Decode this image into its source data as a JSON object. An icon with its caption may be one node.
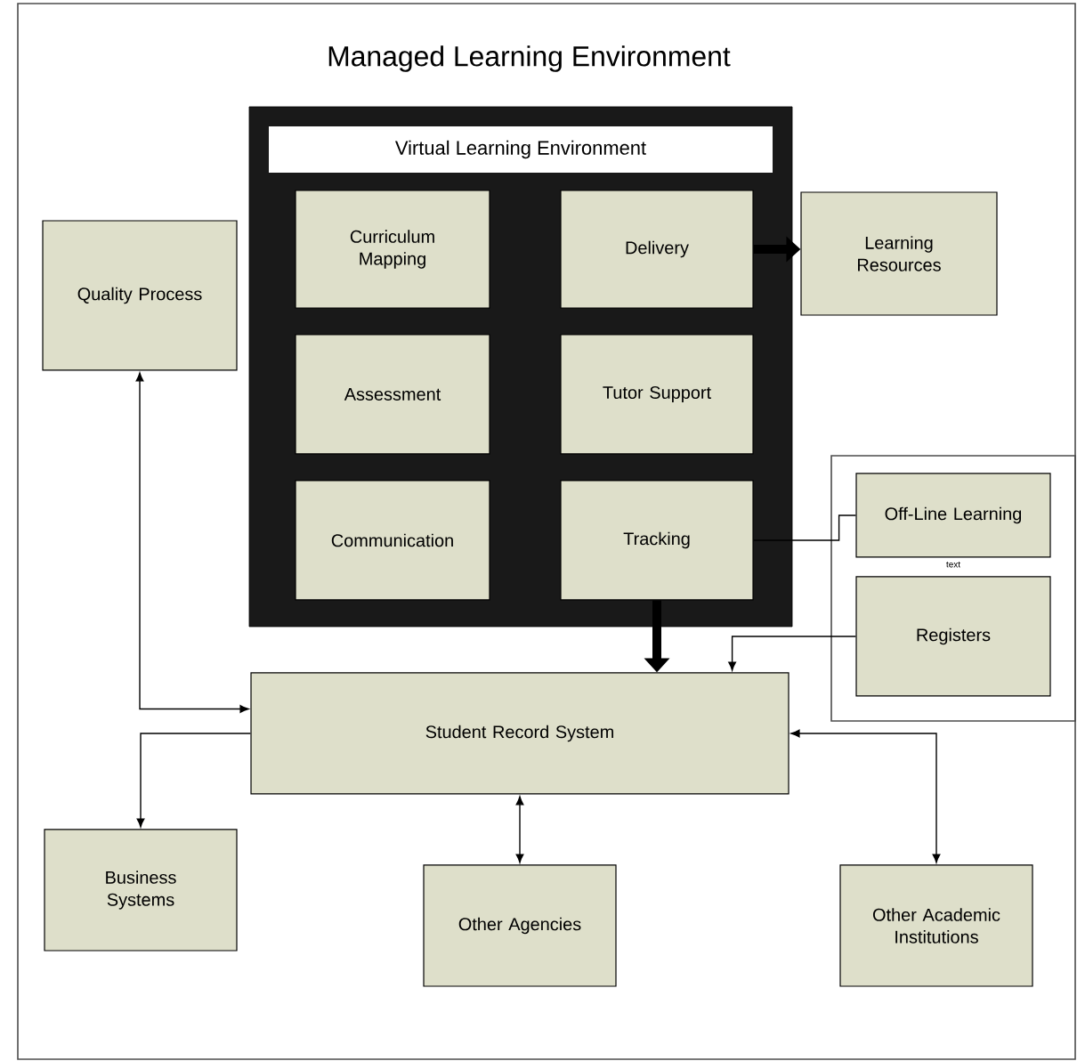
{
  "diagram": {
    "nodes": [
      {
        "text": [
          "Managed Learning Environment"
        ]
      },
      {
        "text": [
          "Virtual Learning Environment"
        ],
        "in": 0
      },
      {
        "text": [
          "Curriculum Mapping"
        ],
        "in": 1
      },
      {
        "text": [
          "Delivery"
        ],
        "in": 1
      },
      {
        "text": [
          "Assessment"
        ],
        "in": 1
      },
      {
        "text": [
          "Tutor Support"
        ],
        "in": 1
      },
      {
        "text": [
          "Communication"
        ],
        "in": 1
      },
      {
        "text": [
          "Tracking"
        ],
        "in": 1
      },
      {
        "text": [
          "Learning Resources"
        ],
        "in": 0
      },
      {
        "text": [
          "Quality Process"
        ],
        "in": 0
      },
      {
        "text": [],
        "shape": "box",
        "in": 0
      },
      {
        "text": [
          "Off-Line Learning"
        ],
        "beside": [
          "text"
        ],
        "in": 10
      },
      {
        "text": [
          "Registers"
        ],
        "in": 10
      },
      {
        "text": [
          "Student Record System"
        ],
        "in": 0
      },
      {
        "text": [
          "Business Systems"
        ],
        "in": 0
      },
      {
        "text": [
          "Other Agencies"
        ],
        "in": 0
      },
      {
        "text": [
          "Other Academic Institutions"
        ],
        "in": 0
      }
    ],
    "edges": [
      {
        "from": 3,
        "to": 8,
        "arrow": "to",
        "style": "thick"
      },
      {
        "from": 7,
        "to": 13,
        "arrow": "to",
        "style": "thick"
      },
      {
        "from": 9,
        "to": 13,
        "arrow": "both"
      },
      {
        "from": 13,
        "to": 14,
        "arrow": "to"
      },
      {
        "from": 13,
        "to": 15,
        "arrow": "both"
      },
      {
        "from": 13,
        "to": 16,
        "arrow": "both"
      },
      {
        "from": 7,
        "to": 11,
        "arrow": "none"
      },
      {
        "from": 12,
        "to": 13,
        "arrow": "to"
      }
    ]
  }
}
